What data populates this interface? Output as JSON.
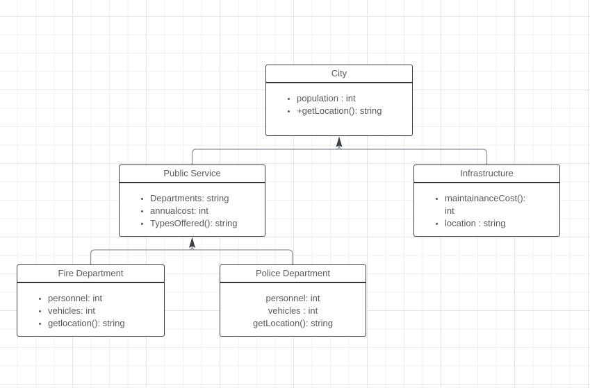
{
  "diagram": {
    "type": "uml-class-diagram",
    "colors": {
      "background": "#ffffff",
      "grid_minor": "#efefef",
      "grid_major": "#e2e4e6",
      "box_border": "#383d42",
      "text": "#55595e",
      "connector": "#8c939e",
      "arrow": "#3a4046"
    },
    "classes": [
      {
        "title": "City",
        "members": [
          "population : int",
          "+getLocation(): string"
        ]
      },
      {
        "title": "Public Service",
        "members": [
          "Departments: string",
          "annualcost: int",
          "TypesOffered(): string"
        ]
      },
      {
        "title": "Infrastructure",
        "members": [
          "maintainanceCost():\nint",
          "location : string"
        ]
      },
      {
        "title": "Fire Department",
        "members": [
          "personnel: int",
          "vehicles: int",
          "getlocation(): string"
        ]
      },
      {
        "title": "Police Department",
        "members": [
          "personnel: int",
          "vehicles : int",
          "getLocation(): string"
        ]
      }
    ],
    "connectors": [
      {
        "from": "Public Service",
        "to": "City",
        "relation": "generalization"
      },
      {
        "from": "Infrastructure",
        "to": "City",
        "relation": "generalization"
      },
      {
        "from": "Fire Department",
        "to": "Public Service",
        "relation": "generalization"
      },
      {
        "from": "Police Department",
        "to": "Public Service",
        "relation": "generalization"
      }
    ]
  }
}
